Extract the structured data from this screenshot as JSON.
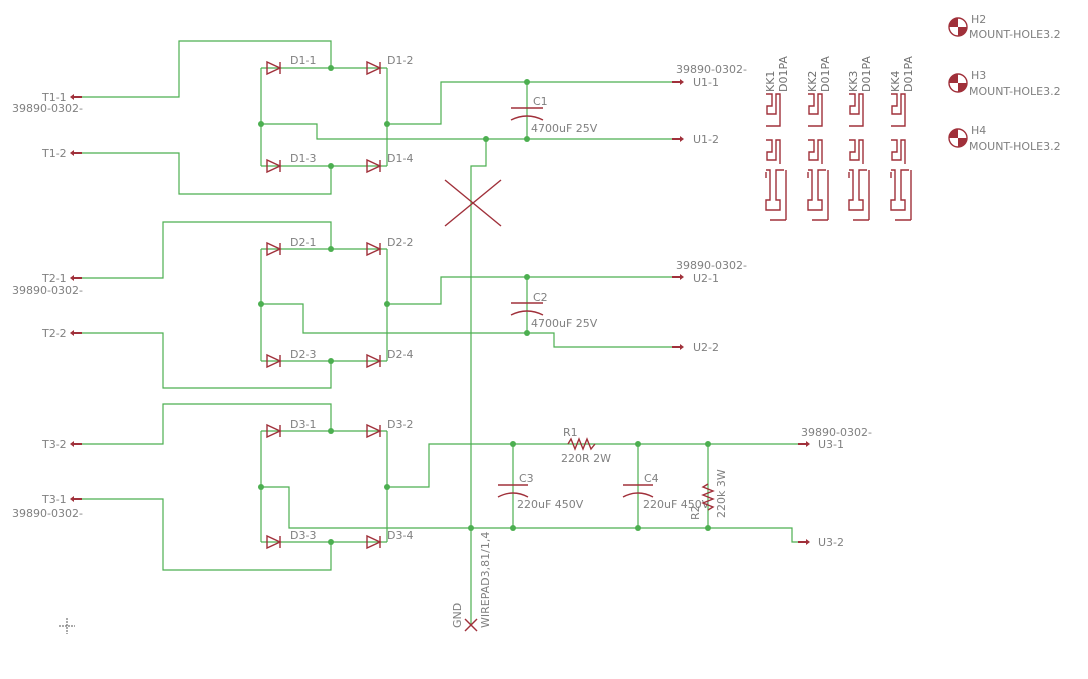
{
  "connectors_in": [
    {
      "pin": "T1-1",
      "part": "39890-0302-"
    },
    {
      "pin": "T1-2"
    },
    {
      "pin": "T2-1",
      "part": "39890-0302-"
    },
    {
      "pin": "T2-2"
    },
    {
      "pin": "T3-2"
    },
    {
      "pin": "T3-1",
      "part": "39890-0302-"
    }
  ],
  "connectors_out": [
    {
      "pin": "U1-1",
      "part": "39890-0302-"
    },
    {
      "pin": "U1-2"
    },
    {
      "pin": "U2-1",
      "part": "39890-0302-"
    },
    {
      "pin": "U2-2"
    },
    {
      "pin": "U3-1",
      "part": "39890-0302-"
    },
    {
      "pin": "U3-2"
    }
  ],
  "diodes": [
    "D1-1",
    "D1-2",
    "D1-3",
    "D1-4",
    "D2-1",
    "D2-2",
    "D2-3",
    "D2-4",
    "D3-1",
    "D3-2",
    "D3-3",
    "D3-4"
  ],
  "capacitors": [
    {
      "name": "C1",
      "value": "4700uF 25V"
    },
    {
      "name": "C2",
      "value": "4700uF 25V"
    },
    {
      "name": "C3",
      "value": "220uF 450V"
    },
    {
      "name": "C4",
      "value": "220uF 450V"
    }
  ],
  "resistors": [
    {
      "name": "R1",
      "value": "220R 2W"
    },
    {
      "name": "R2",
      "value": "220k 3W"
    }
  ],
  "heatsinks": [
    {
      "name": "KK1",
      "value": "D01PA"
    },
    {
      "name": "KK2",
      "value": "D01PA"
    },
    {
      "name": "KK3",
      "value": "D01PA"
    },
    {
      "name": "KK4",
      "value": "D01PA"
    }
  ],
  "mount_holes": [
    {
      "name": "H2",
      "value": "MOUNT-HOLE3.2"
    },
    {
      "name": "H3",
      "value": "MOUNT-HOLE3.2"
    },
    {
      "name": "H4",
      "value": "MOUNT-HOLE3.2"
    }
  ],
  "gnd_pad": {
    "name": "GND",
    "value": "WIREPAD3,81/1,4"
  },
  "colors": {
    "wire": "#4caf50",
    "part": "#a0303a",
    "label": "#808080"
  }
}
